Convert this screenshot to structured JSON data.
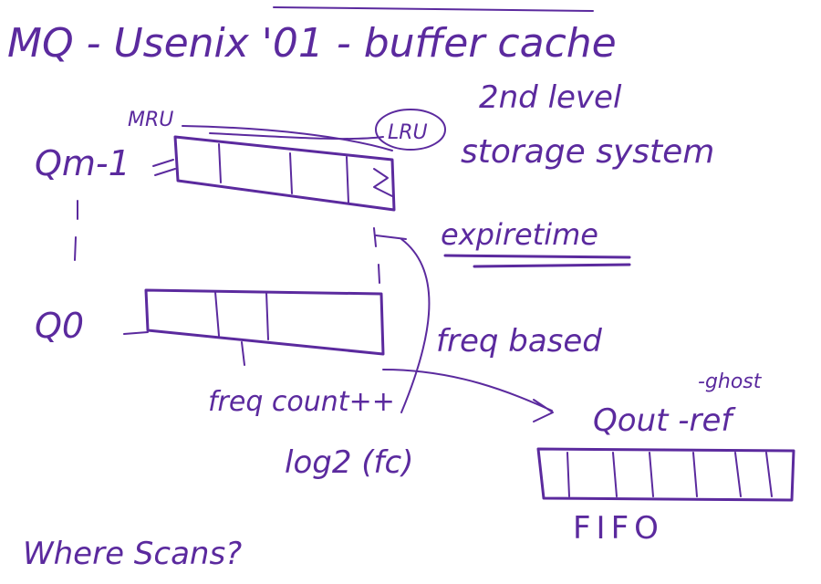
{
  "title": "MQ - Usenix '01 - buffer cache",
  "subtitle_line1": "2nd level",
  "subtitle_line2": "storage system",
  "queue_top_label": "Qm-1",
  "queue_bottom_label": "Q0",
  "mru_label": "MRU",
  "lru_label": "LRU",
  "expiretime_label": "expiretime",
  "freq_based_label": "freq based",
  "freq_count_label": "freq count++",
  "log_label": "log2 (fc)",
  "ghost_label": "-ghost",
  "qout_label": "Qout -ref",
  "fifo_label": "FIFO",
  "question_label": "Where Scans?",
  "ink_color": "#5b2a9e"
}
